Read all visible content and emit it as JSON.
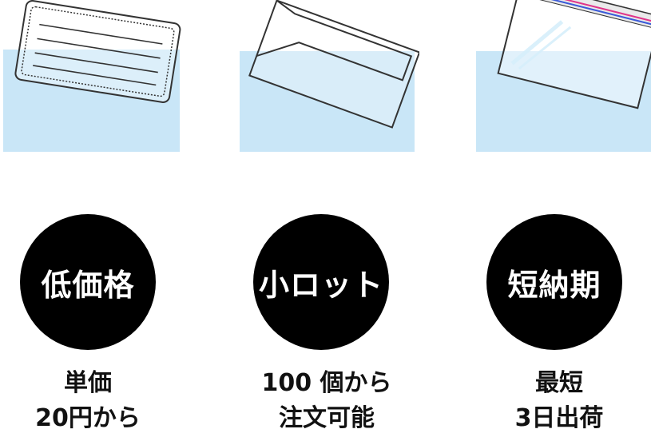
{
  "features": [
    {
      "icon": "mask-icon",
      "title": "低価格",
      "caption": [
        "単価",
        "20円から"
      ]
    },
    {
      "icon": "envelope-icon",
      "title": "小ロット",
      "caption": [
        "100 個から",
        "注文可能"
      ]
    },
    {
      "icon": "opp-bag-icon",
      "title": "短納期",
      "caption": [
        "最短",
        "3日出荷"
      ]
    }
  ],
  "colors": {
    "water": "#c9e6f7",
    "circle": "#000000",
    "seal_pink": "#e0348a",
    "seal_blue": "#3a5ad8"
  }
}
